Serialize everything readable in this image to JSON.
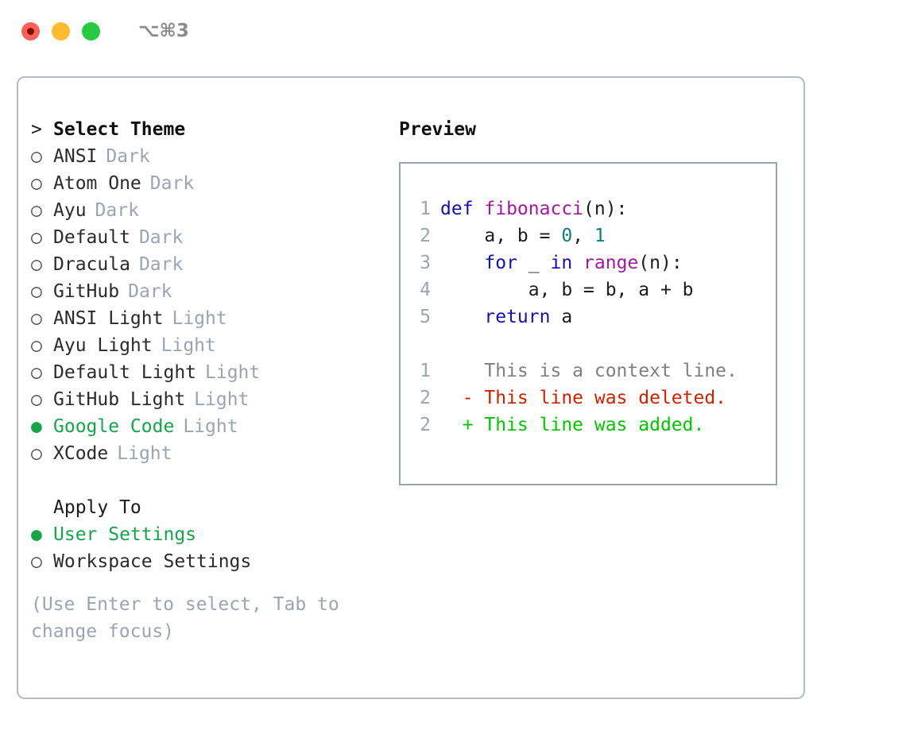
{
  "window": {
    "shortcut_label": "⌥⌘3",
    "traffic_lights": [
      "close-red",
      "minimize-yellow",
      "maximize-green"
    ]
  },
  "colors": {
    "selected_green": "#16a34a",
    "muted_gray": "#9aa5b1",
    "hint_gray": "#9aa5b1",
    "keyword_blue": "#1212a8",
    "function_magenta": "#a0199e",
    "number_teal": "#0d7f7a",
    "diff_deleted_red": "#cc2200",
    "diff_added_green": "#00c400",
    "context_gray": "#7f7f7f",
    "border_gray": "#b3bcc6"
  },
  "theme_section": {
    "prompt": ">",
    "title": "Select Theme",
    "bullet_unselected": "○",
    "bullet_selected": "●",
    "items": [
      {
        "name": "ANSI",
        "tag": "Dark",
        "selected": false
      },
      {
        "name": "Atom One",
        "tag": "Dark",
        "selected": false
      },
      {
        "name": "Ayu",
        "tag": "Dark",
        "selected": false
      },
      {
        "name": "Default",
        "tag": "Dark",
        "selected": false
      },
      {
        "name": "Dracula",
        "tag": "Dark",
        "selected": false
      },
      {
        "name": "GitHub",
        "tag": "Dark",
        "selected": false
      },
      {
        "name": "ANSI Light",
        "tag": "Light",
        "selected": false
      },
      {
        "name": "Ayu Light",
        "tag": "Light",
        "selected": false
      },
      {
        "name": "Default Light",
        "tag": "Light",
        "selected": false
      },
      {
        "name": "GitHub Light",
        "tag": "Light",
        "selected": false
      },
      {
        "name": "Google Code",
        "tag": "Light",
        "selected": true
      },
      {
        "name": "XCode",
        "tag": "Light",
        "selected": false
      }
    ]
  },
  "apply_to_section": {
    "title": "Apply To",
    "items": [
      {
        "name": "User Settings",
        "selected": true
      },
      {
        "name": "Workspace Settings",
        "selected": false
      }
    ]
  },
  "hint": {
    "line1": "(Use Enter to select, Tab to",
    "line2": "change focus)",
    "full": "(Use Enter to select, Tab to change focus)"
  },
  "preview": {
    "title": "Preview",
    "code_lines": [
      {
        "num": "1",
        "tokens": [
          {
            "t": "def ",
            "c": "kw"
          },
          {
            "t": "fibonacci",
            "c": "fn"
          },
          {
            "t": "(n):",
            "c": "plain"
          }
        ]
      },
      {
        "num": "2",
        "tokens": [
          {
            "t": "    a, b = ",
            "c": "plain"
          },
          {
            "t": "0",
            "c": "num"
          },
          {
            "t": ", ",
            "c": "plain"
          },
          {
            "t": "1",
            "c": "num"
          }
        ]
      },
      {
        "num": "3",
        "tokens": [
          {
            "t": "    ",
            "c": "plain"
          },
          {
            "t": "for",
            "c": "kw"
          },
          {
            "t": " _ ",
            "c": "plain"
          },
          {
            "t": "in",
            "c": "kw"
          },
          {
            "t": " ",
            "c": "plain"
          },
          {
            "t": "range",
            "c": "fn"
          },
          {
            "t": "(n):",
            "c": "plain"
          }
        ]
      },
      {
        "num": "4",
        "tokens": [
          {
            "t": "        a, b = b, a + b",
            "c": "plain"
          }
        ]
      },
      {
        "num": "5",
        "tokens": [
          {
            "t": "    ",
            "c": "plain"
          },
          {
            "t": "return",
            "c": "kw"
          },
          {
            "t": " a",
            "c": "plain"
          }
        ]
      }
    ],
    "diff_lines": [
      {
        "num": "1",
        "marker": " ",
        "text": "This is a context line.",
        "kind": "ctx"
      },
      {
        "num": "2",
        "marker": "-",
        "text": "This line was deleted.",
        "kind": "del"
      },
      {
        "num": "2",
        "marker": "+",
        "text": "This line was added.",
        "kind": "add"
      }
    ]
  }
}
